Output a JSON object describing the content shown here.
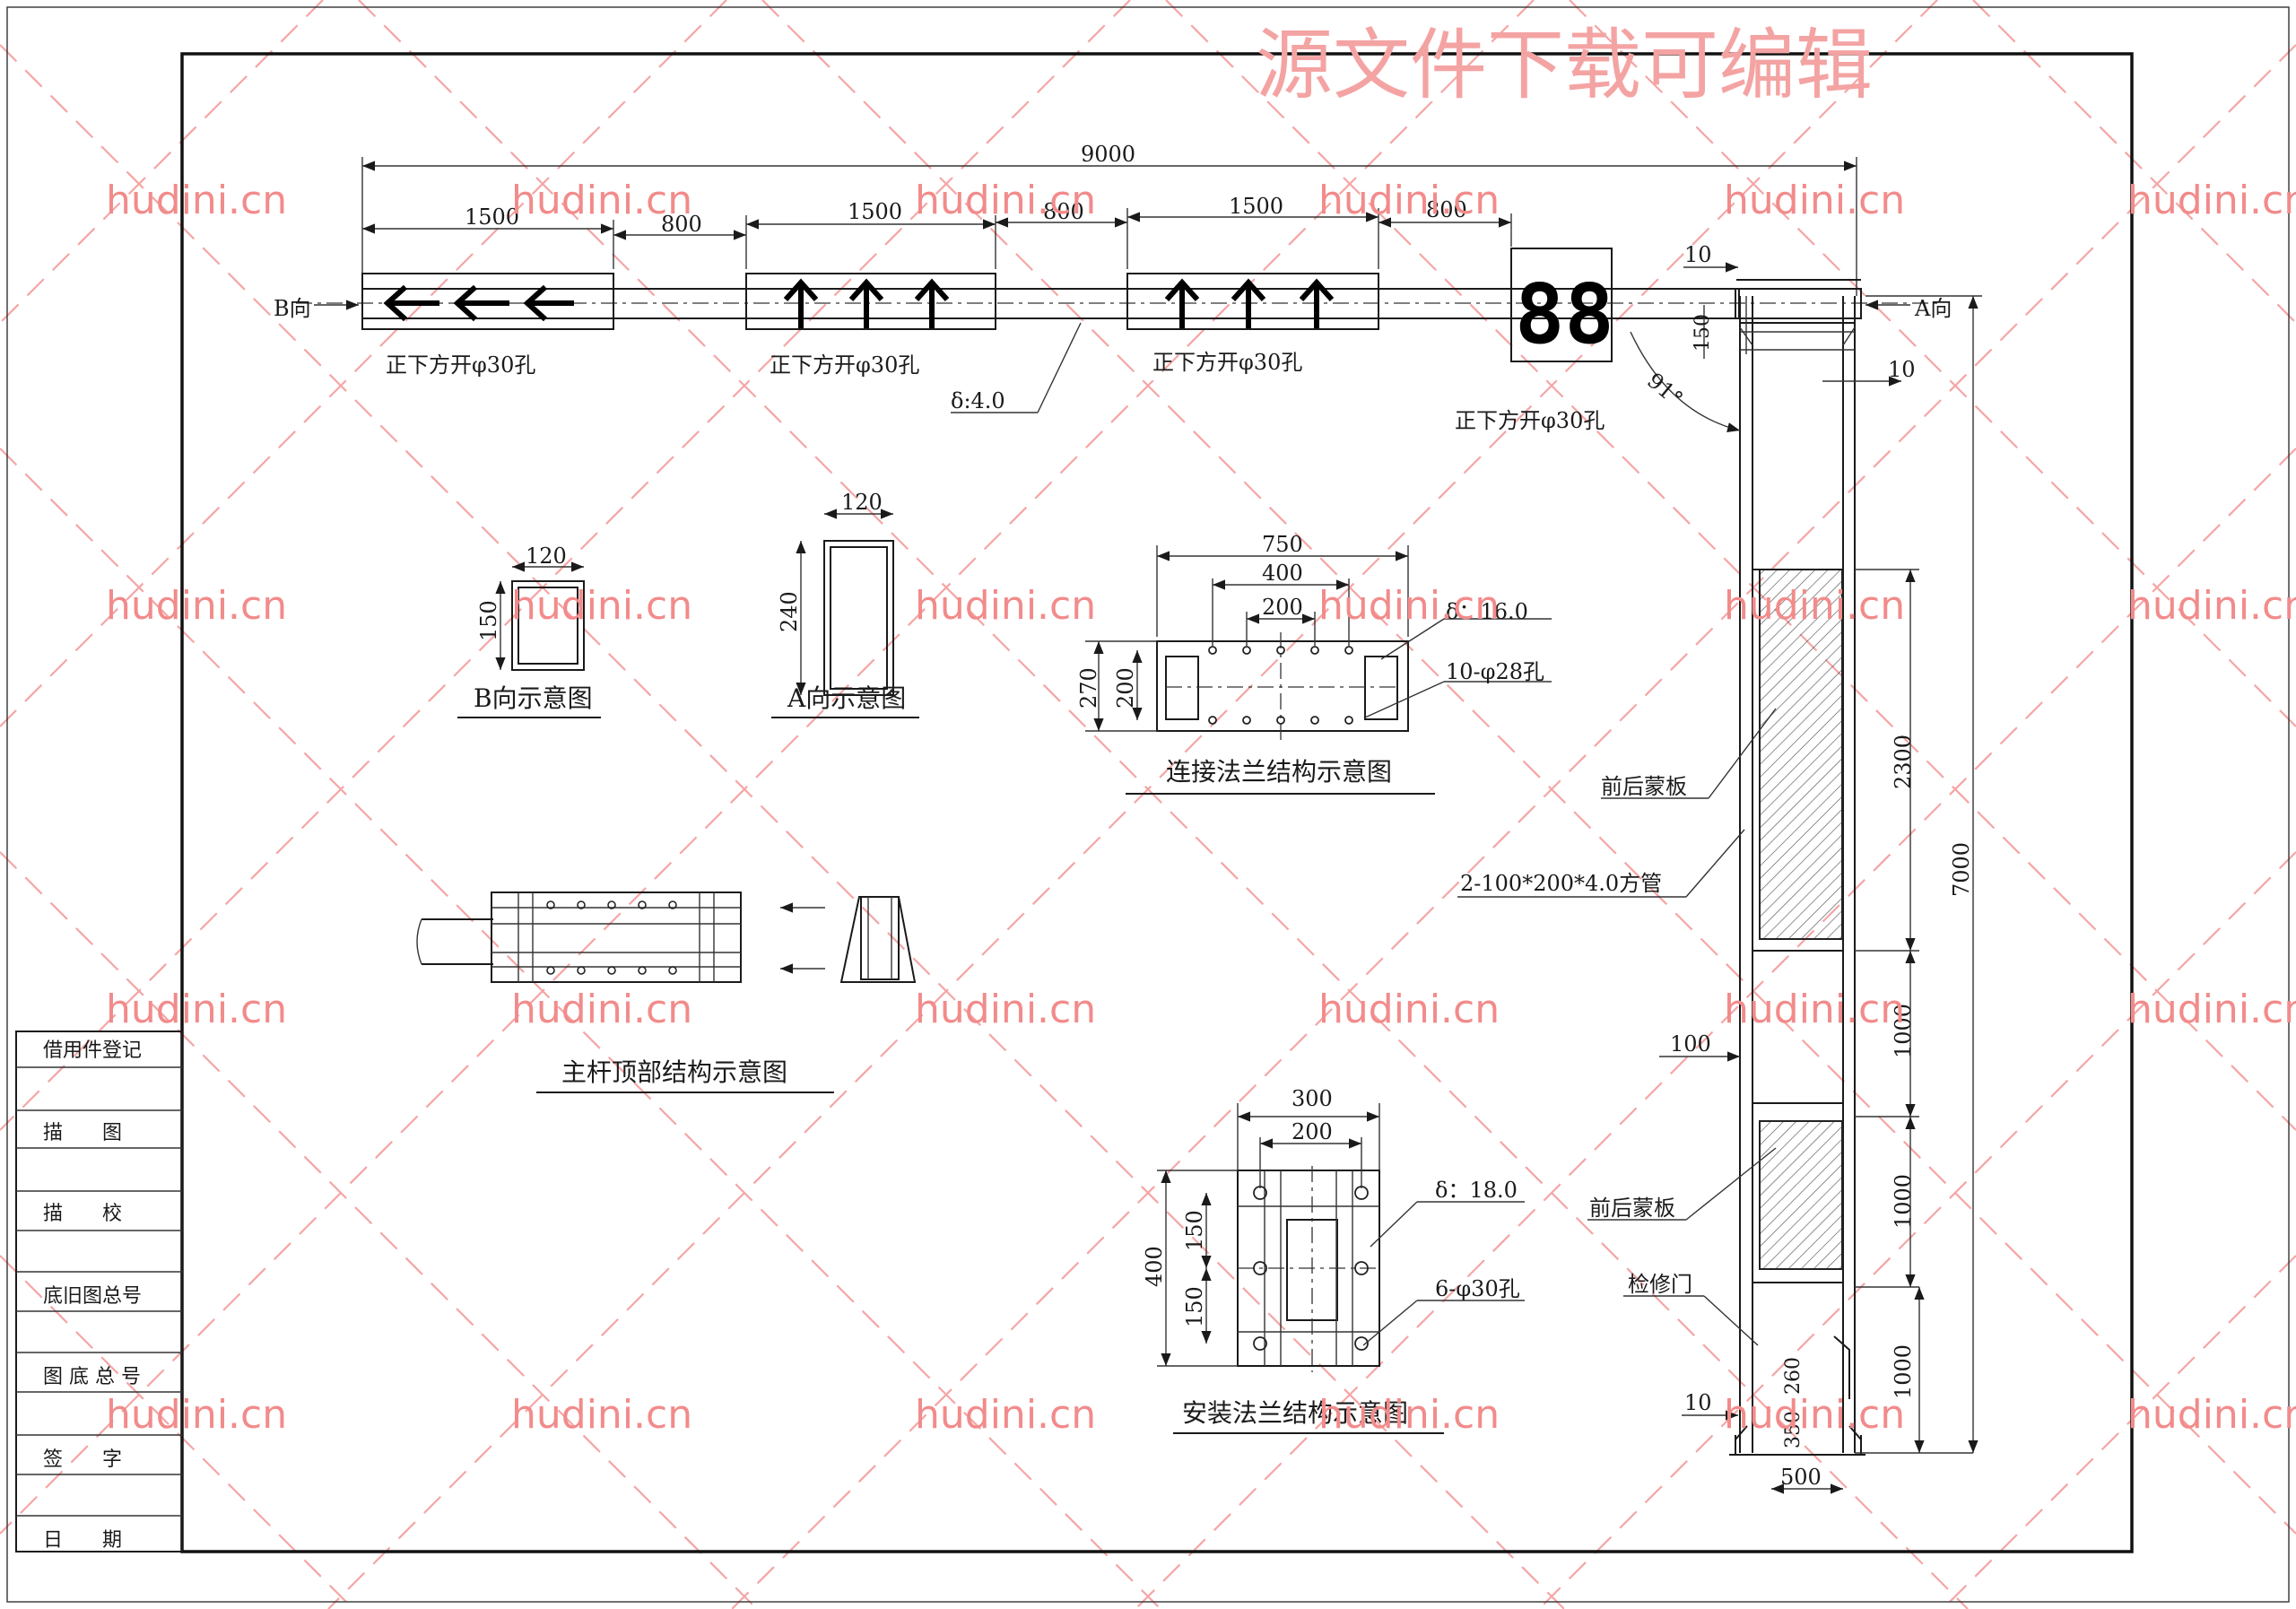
{
  "watermark": {
    "banner": "源文件下载可编辑",
    "site": "hudini.cn"
  },
  "top_dims": {
    "total": "9000",
    "sign1_w": "1500",
    "gap1": "800",
    "sign2_w": "1500",
    "gap2": "800",
    "sign3_w": "1500",
    "gap3": "800",
    "pole_off_top": "10",
    "arm_h": "150",
    "pole_off_right": "10",
    "angle": "91°"
  },
  "arm": {
    "b_dir": "B向",
    "a_dir": "A向",
    "hole_note_1": "正下方开φ30孔",
    "hole_note_2": "正下方开φ30孔",
    "hole_note_3": "正下方开φ30孔",
    "hole_note_4": "正下方开φ30孔",
    "thickness": "δ:4.0",
    "countdown_digits": "88"
  },
  "b_view": {
    "w": "120",
    "h": "150",
    "title": "B向示意图"
  },
  "a_view": {
    "w": "120",
    "h": "240",
    "title": "A向示意图"
  },
  "connect_flange": {
    "w_outer": "750",
    "w_mid": "400",
    "w_inner": "200",
    "h_outer": "270",
    "h_inner": "200",
    "thickness": "δ：16.0",
    "holes": "10-φ28孔",
    "title": "连接法兰结构示意图"
  },
  "pole_top": {
    "title": "主杆顶部结构示意图"
  },
  "install_flange": {
    "w_outer": "300",
    "w_inner": "200",
    "h_outer": "400",
    "h_a": "150",
    "h_b": "150",
    "thickness": "δ：18.0",
    "holes": "6-φ30孔",
    "title": "安装法兰结构示意图"
  },
  "pole": {
    "panel_label_1": "前后蒙板",
    "tube_label": "2-100*200*4.0方管",
    "panel_label_2": "前后蒙板",
    "door_label": "检修门",
    "dim_100": "100",
    "dim_10_bottom": "10",
    "dim_350": "350",
    "dim_260": "260",
    "dim_500": "500",
    "seg_2300": "2300",
    "seg_1000a": "1000",
    "seg_1000b": "1000",
    "seg_1000c": "1000",
    "total_7000": "7000"
  },
  "title_block": {
    "rows": [
      "借用件登记",
      "描　　图",
      "描　　校",
      "底旧图总号",
      "图 底 总 号",
      "签　　字",
      "日　　期"
    ]
  }
}
